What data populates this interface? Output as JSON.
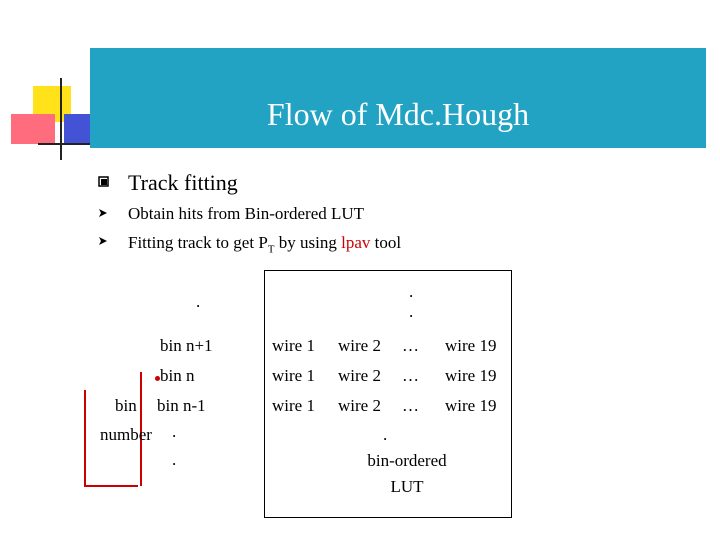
{
  "slide": {
    "title": "Flow of Mdc.Hough"
  },
  "content": {
    "heading": "Track fitting",
    "items": [
      "Obtain hits from Bin-ordered LUT",
      "Fitting track to get P",
      "T",
      " by using ",
      "lpav",
      " tool"
    ]
  },
  "left_labels": {
    "dot_top": ".",
    "bin_plus": "bin n+1",
    "bin_n": "bin n",
    "bin_text": "bin",
    "bin_minus": "bin n-1",
    "number": "number",
    "dot_a": ".",
    "dot_b": "."
  },
  "lut": {
    "dots_top": [
      ".",
      "."
    ],
    "rows": [
      [
        "wire 1",
        "wire 2",
        "…",
        "wire 19"
      ],
      [
        "wire 1",
        "wire 2",
        "…",
        "wire 19"
      ],
      [
        "wire 1",
        "wire 2",
        "…",
        "wire 19"
      ]
    ],
    "dot_bottom": ".",
    "caption1": "bin-ordered",
    "caption2": "LUT"
  },
  "colors": {
    "title_band": "#22a3c3",
    "accent_red": "#cc0000"
  }
}
